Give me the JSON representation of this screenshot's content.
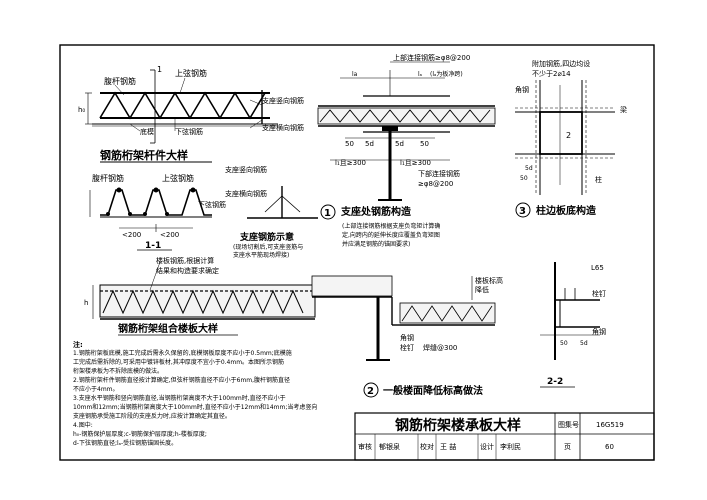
{
  "truss_detail": {
    "web_rebar": "腹杆钢筋",
    "top_chord": "上弦钢筋",
    "support_vert": "支座竖向钢筋",
    "bottom_plate": "底模",
    "bottom_chord": "下弦钢筋",
    "support_horiz": "支座横向钢筋",
    "section_mark": "1",
    "h0": "h₀",
    "title": "钢筋桁架杆件大样"
  },
  "section_11": {
    "web_rebar": "腹杆钢筋",
    "top_chord": "上弦钢筋",
    "bottom_chord": "下弦钢筋",
    "dim1": "<200",
    "dim2": "<200",
    "title": "1-1",
    "support_vert": "支座竖向钢筋",
    "support_horiz": "支座横向钢筋",
    "support_title": "支座钢筋示意",
    "support_note1": "(现场切割后,可支座竖筋与",
    "support_note2": "支座水平筋现场焊接)"
  },
  "composite_slab": {
    "note1": "楼板钢筋,根据计算",
    "note2": "结果和构造要求确定",
    "h": "h",
    "title": "钢筋桁架组合楼板大样"
  },
  "support_detail": {
    "top_note": "上部连接钢筋",
    "top_spec": "≥φ8@200",
    "l_a": "la",
    "dim_l": "lₐ",
    "span_note": "(lₐ为板净跨)",
    "dim_50": "50",
    "dim_5d": "5d",
    "dim_l1": "l₁且≥300",
    "dim_l2": "l₁且≥300",
    "bottom_note": "下部连接钢筋",
    "bottom_spec": "≥φ8@200",
    "number": "1",
    "title": "支座处钢筋构造",
    "desc1": "(上部连接钢筋根据支座负弯矩计算确",
    "desc2": "定,向跨内的延伸长度应覆盖负弯矩图",
    "desc3": "并应满足钢筋的锚固要求)"
  },
  "column_detail": {
    "note1": "附加钢筋,四边均设",
    "note2": "不少于2⌀14",
    "angle_steel": "角钢",
    "beam": "梁",
    "column": "柱",
    "dim_50": "50",
    "dim_5d": "5d",
    "mark": "2",
    "number": "3",
    "title": "柱边板底构造"
  },
  "level_change": {
    "lower_label1": "楼板标高",
    "lower_label2": "降低",
    "angle_steel": "角钢",
    "stud": "栓钉",
    "weld": "焊缝@300",
    "number": "2",
    "title": "一般楼面降低标高做法"
  },
  "section_22": {
    "label_l6": "L65",
    "stud": "栓钉",
    "angle_steel": "角钢",
    "dim_50": "50",
    "dim_5d": "5d",
    "title": "2-2"
  },
  "notes": {
    "header": "注:",
    "lines": [
      "1.钢筋桁架板底模,施工完成后需永久保留的,底模钢板厚度不应小于0.5mm;底模施",
      "  工完成后需拆除的,可采用中镀锌板材,其冲厚度不宜小于0.4mm。本图所示钢筋",
      "  桁架楼承板为不拆除底模的做法。",
      "2.钢筋桁架杆件钢筋直径按计算确定,但弦杆钢筋直径不应小于6mm,腹杆钢筋直径",
      "  不应小于4mm。",
      "3.支座水平钢筋和竖向钢筋直径,当钢筋桁架高度不大于100mm时,直径不应小于",
      "  10mm和12mm;当钢筋桁架高度大于100mm时,直径不应小于12mm和14mm;当考虑竖向",
      "  支座钢筋承受施工阶段的支座反力时,应按计算确定其直径。",
      "4.图中:",
      "  h₀-钢筋保护层厚度;c-钢筋保护层厚度;h-楼板厚度;",
      "  d-下弦钢筋直径;lₐ-受拉钢筋锚固长度。"
    ]
  },
  "title_block": {
    "title": "钢筋桁架楼承板大样",
    "atlas_label": "图集号",
    "atlas_no": "16G519",
    "review": "审核",
    "reviewer": "郁银泉",
    "check": "校对",
    "checker": "王  喆",
    "design": "设计",
    "designer": "李利民",
    "page_label": "页",
    "page_no": "60"
  }
}
